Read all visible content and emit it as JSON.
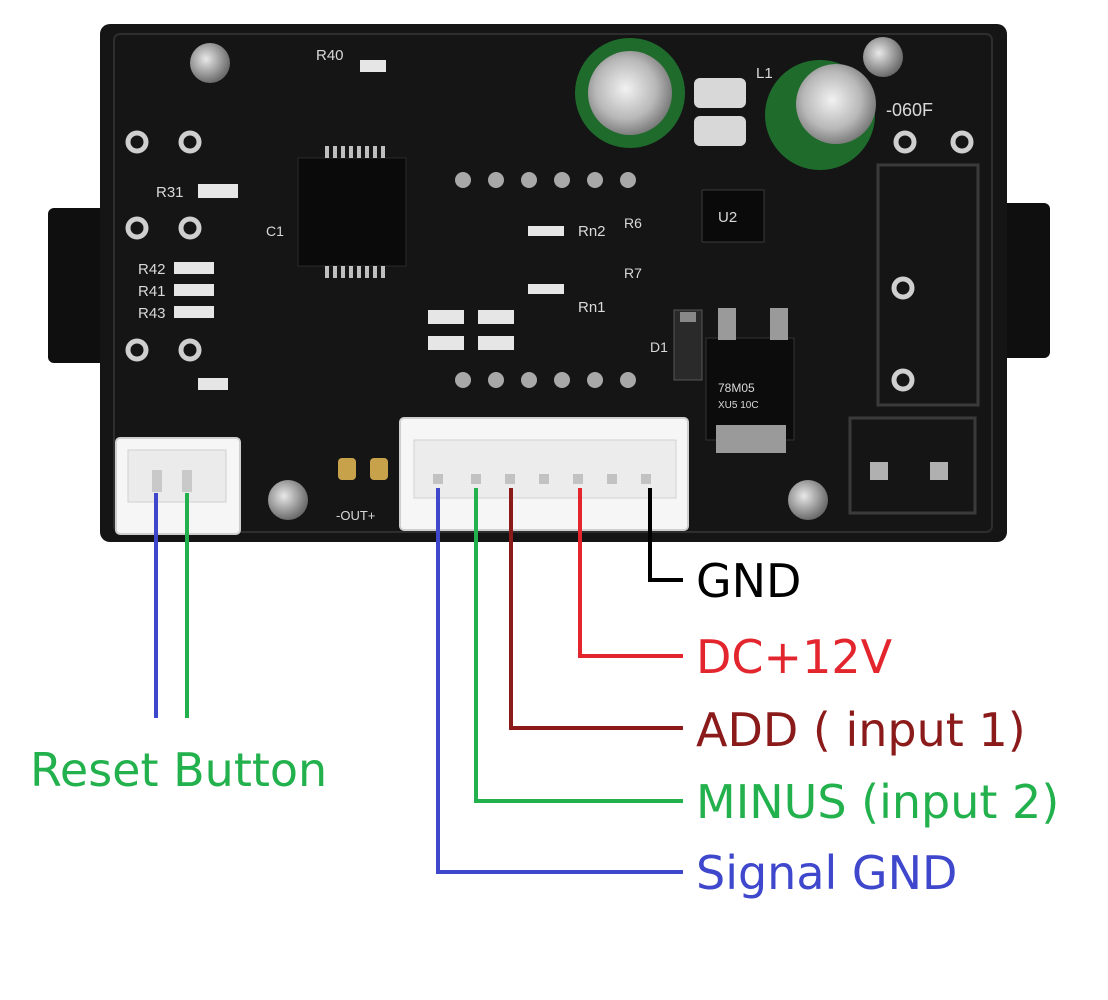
{
  "board": {
    "silkscreen": {
      "r40": "R40",
      "r31": "R31",
      "r42": "R42",
      "r41": "R41",
      "r43": "R43",
      "c1": "C1",
      "l1": "L1",
      "u2": "U2",
      "rn2": "Rn2",
      "rn1": "Rn1",
      "r6": "R6",
      "r7": "R7",
      "d1": "D1",
      "model": "-060F",
      "out": "-OUT+",
      "regulator_line1": "78M05",
      "regulator_line2": "XU5 10C"
    }
  },
  "labels": {
    "reset_button": "Reset Button",
    "gnd": "GND",
    "dc12v": "DC+12V",
    "add": "ADD ( input 1)",
    "minus": "MINUS (input 2)",
    "signal_gnd": "Signal GND"
  },
  "colors": {
    "board": "#151515",
    "blue_wire": "#3f48cc",
    "green_wire": "#22b14c",
    "red_wire": "#e3262d",
    "darkred_wire": "#8b1a1a",
    "black_wire": "#000000"
  }
}
